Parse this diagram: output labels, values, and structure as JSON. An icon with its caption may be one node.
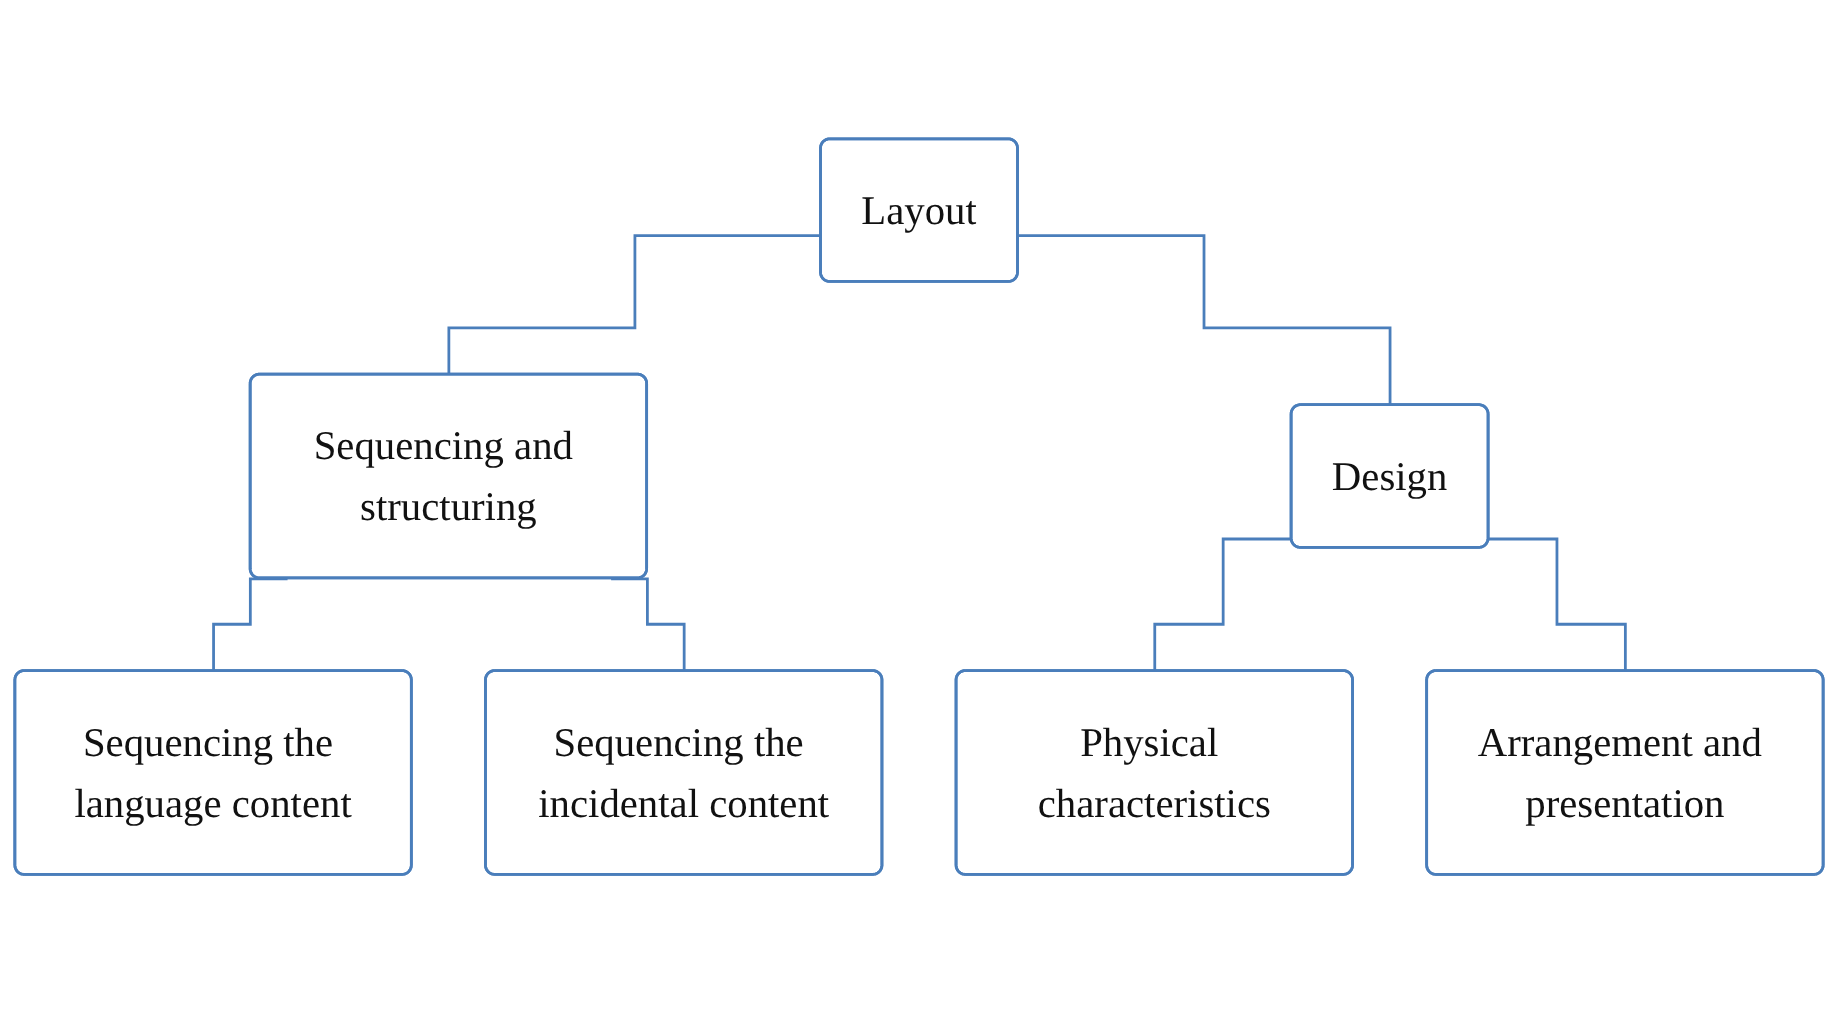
{
  "diagram": {
    "nodes": [
      {
        "text": [
          "Layout"
        ]
      },
      {
        "text": [
          "Sequencing and structuring"
        ]
      },
      {
        "text": [
          "Design"
        ]
      },
      {
        "text": [
          "Sequencing the language content"
        ]
      },
      {
        "text": [
          "Sequencing the incidental content"
        ]
      },
      {
        "text": [
          "Physical characteristics"
        ]
      },
      {
        "text": [
          "Arrangement and presentation"
        ]
      }
    ],
    "edges": [
      {
        "from": 0,
        "to": 1,
        "arrow": "none"
      },
      {
        "from": 0,
        "to": 2,
        "arrow": "none"
      },
      {
        "from": 1,
        "to": 3,
        "arrow": "none"
      },
      {
        "from": 1,
        "to": 4,
        "arrow": "none"
      },
      {
        "from": 2,
        "to": 5,
        "arrow": "none"
      },
      {
        "from": 2,
        "to": 6,
        "arrow": "none"
      }
    ]
  }
}
